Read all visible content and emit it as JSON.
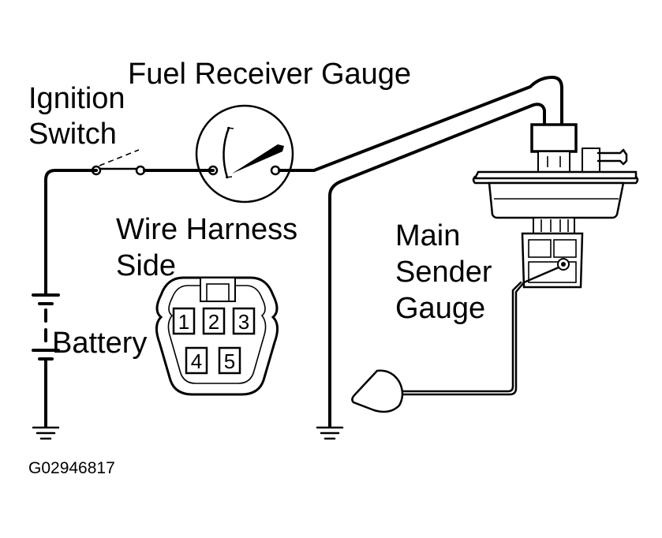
{
  "labels": {
    "fuel_receiver_gauge": "Fuel Receiver Gauge",
    "ignition_line1": "Ignition",
    "ignition_line2": "Switch",
    "wire_harness_line1": "Wire Harness",
    "wire_harness_line2": "Side",
    "battery": "Battery",
    "main_sender_line1": "Main",
    "main_sender_line2": "Sender",
    "main_sender_line3": "Gauge",
    "figure_code": "G02946817"
  },
  "connector": {
    "pins": [
      "1",
      "2",
      "3",
      "4",
      "5"
    ]
  }
}
